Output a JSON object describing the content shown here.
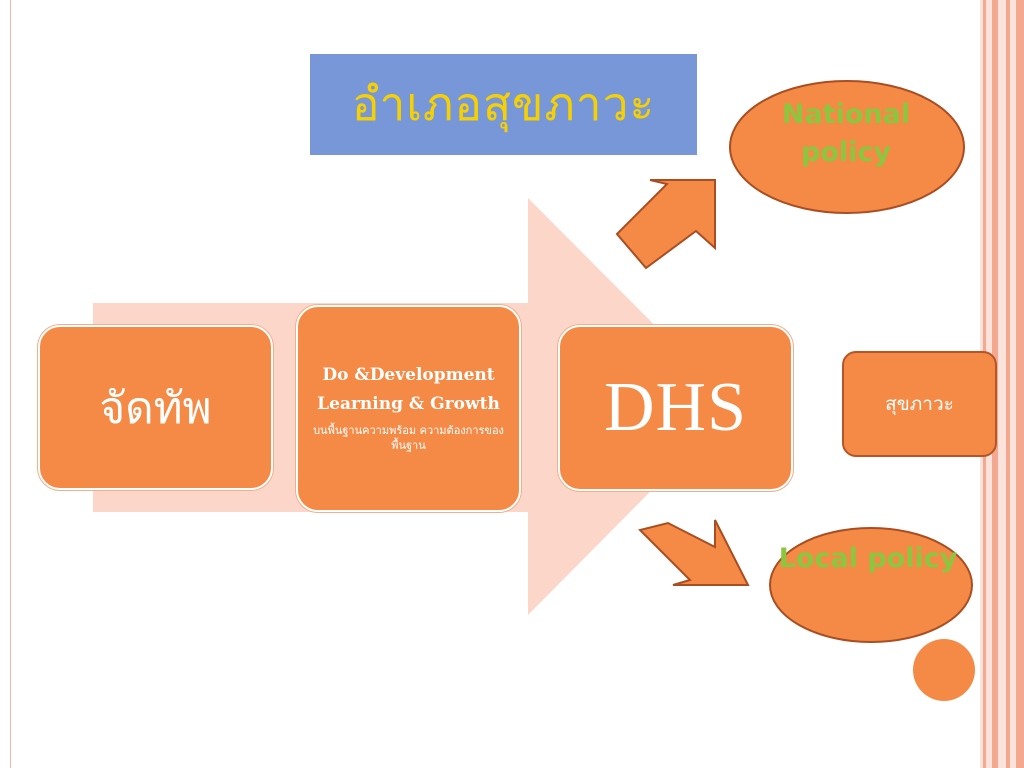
{
  "title": "อำเภอสุขภาวะ",
  "boxes": {
    "first": "จัดทัพ",
    "middle": {
      "line1": "Do &Development",
      "line2": "Learning & Growth",
      "line3": "บนพื้นฐานความพร้อม ความต้องการของพื้นฐาน"
    },
    "dhs": "DHS",
    "right": "สุขภาวะ"
  },
  "ellipses": {
    "national": "National policy",
    "local": "Local policy"
  },
  "colors": {
    "orange": "#f58a46",
    "title_bg": "#7797d9",
    "title_text": "#f6d000",
    "policy_text": "#8cc63f",
    "big_arrow": "#fcd6c8"
  }
}
